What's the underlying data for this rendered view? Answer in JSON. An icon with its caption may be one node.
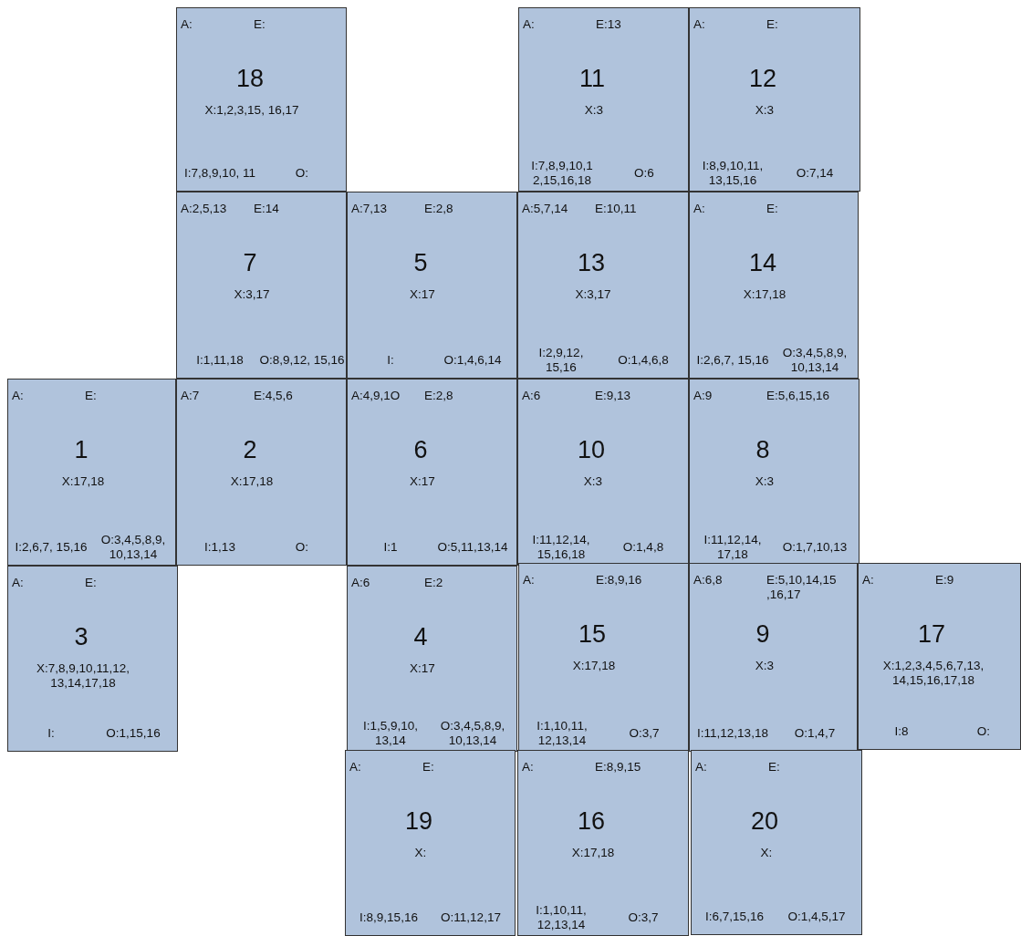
{
  "diagram": {
    "nodes": [
      {
        "text": [
          "A:",
          "E:",
          "18",
          "X:1,2,3,15, 16,17",
          "I:7,8,9,10, 11",
          "O:"
        ]
      },
      {
        "text": [
          "A:",
          "E:13",
          "11",
          "X:3",
          "I:7,8,9,10,1 2,15,16,18",
          "O:6"
        ]
      },
      {
        "text": [
          "A:",
          "E:",
          "12",
          "X:3",
          "I:8,9,10,11, 13,15,16",
          "O:7,14"
        ]
      },
      {
        "text": [
          "A:2,5,13",
          "E:14",
          "7",
          "X:3,17",
          "I:1,11,18",
          "O:8,9,12, 15,16"
        ]
      },
      {
        "text": [
          "A:7,13",
          "E:2,8",
          "5",
          "X:17",
          "I:",
          "O:1,4,6,14"
        ]
      },
      {
        "text": [
          "A:5,7,14",
          "E:10,11",
          "13",
          "X:3,17",
          "I:2,9,12, 15,16",
          "O:1,4,6,8"
        ]
      },
      {
        "text": [
          "A:",
          "E:",
          "14",
          "X:17,18",
          "I:2,6,7, 15,16",
          "O:3,4,5,8,9, 10,13,14"
        ]
      },
      {
        "text": [
          "A:",
          "E:",
          "1",
          "X:17,18",
          "I:2,6,7, 15,16",
          "O:3,4,5,8,9, 10,13,14"
        ]
      },
      {
        "text": [
          "A:7",
          "E:4,5,6",
          "2",
          "X:17,18",
          "I:1,13",
          "O:"
        ]
      },
      {
        "text": [
          "A:4,9,1O",
          "E:2,8",
          "6",
          "X:17",
          "I:1",
          "O:5,11,13,14"
        ]
      },
      {
        "text": [
          "A:6",
          "E:9,13",
          "10",
          "X:3",
          "I:11,12,14, 15,16,18",
          "O:1,4,8"
        ]
      },
      {
        "text": [
          "A:9",
          "E:5,6,15,16",
          "8",
          "X:3",
          "I:11,12,14, 17,18",
          "O:1,7,10,13"
        ]
      },
      {
        "text": [
          "A:",
          "E:",
          "3",
          "X:7,8,9,10,11,12, 13,14,17,18",
          "I:",
          "O:1,15,16"
        ]
      },
      {
        "text": [
          "A:6",
          "E:2",
          "4",
          "X:17",
          "I:1,5,9,10, 13,14",
          "O:3,4,5,8,9, 10,13,14"
        ]
      },
      {
        "text": [
          "A:",
          "E:8,9,16",
          "15",
          "X:17,18",
          "I:1,10,11, 12,13,14",
          "O:3,7"
        ]
      },
      {
        "text": [
          "A:6,8",
          "E:5,10,14,15 ,16,17",
          "9",
          "X:3",
          "I:11,12,13,18",
          "O:1,4,7"
        ]
      },
      {
        "text": [
          "A:",
          "E:9",
          "17",
          "X:1,2,3,4,5,6,7,13, 14,15,16,17,18",
          "I:8",
          "O:"
        ]
      },
      {
        "text": [
          "A:",
          "E:",
          "19",
          "X:",
          "I:8,9,15,16",
          "O:11,12,17"
        ]
      },
      {
        "text": [
          "A:",
          "E:8,9,15",
          "16",
          "X:17,18",
          "I:1,10,11, 12,13,14",
          "O:3,7"
        ]
      },
      {
        "text": [
          "A:",
          "E:",
          "20",
          "X:",
          "I:6,7,15,16",
          "O:1,4,5,17"
        ]
      }
    ]
  }
}
